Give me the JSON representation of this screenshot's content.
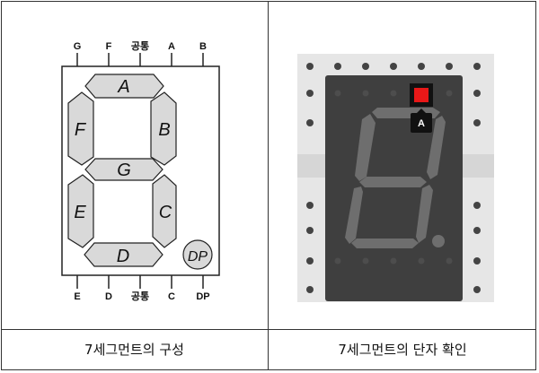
{
  "left_panel": {
    "caption": "7세그먼트의 구성",
    "top_pins": [
      "G",
      "F",
      "공통",
      "A",
      "B"
    ],
    "bottom_pins": [
      "E",
      "D",
      "공통",
      "C",
      "DP"
    ],
    "segments": {
      "a": "A",
      "b": "B",
      "c": "C",
      "d": "D",
      "e": "E",
      "f": "F",
      "g": "G",
      "dp": "DP"
    }
  },
  "right_panel": {
    "caption": "7세그먼트의 단자 확인",
    "pin_tooltip": "A"
  },
  "colors": {
    "segment_fill": "#d9d9d9",
    "display_body": "#3f3f3f",
    "breadboard": "#e6e6e6",
    "highlight_pin": "#e81818"
  }
}
